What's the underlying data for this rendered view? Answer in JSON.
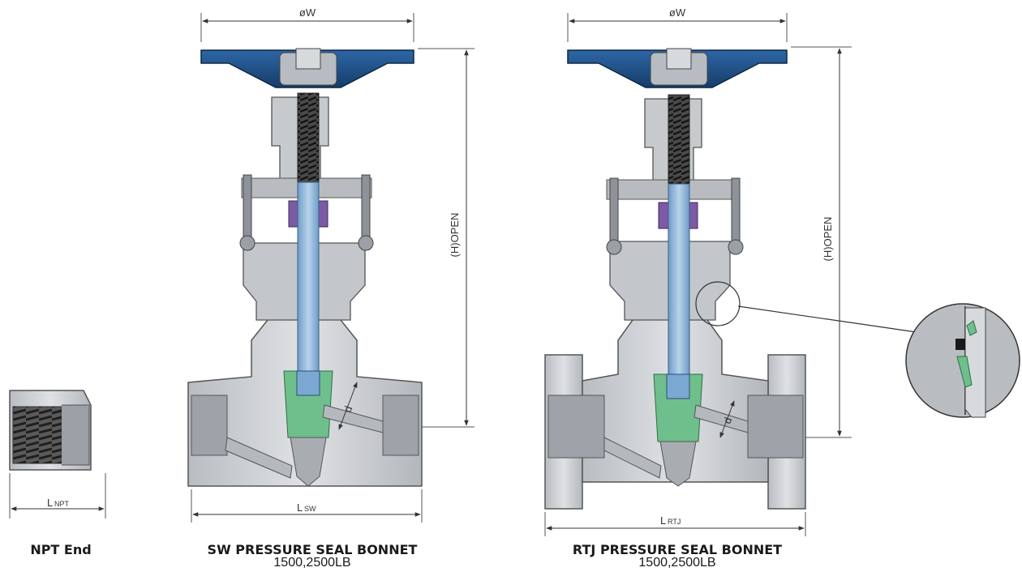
{
  "dimensions": {
    "handwheel_diameter": "øW",
    "height_open": "(H)OPEN",
    "length_npt_main": "L",
    "length_npt_sub": "NPT",
    "length_sw_main": "L",
    "length_sw_sub": "SW",
    "length_rtj_main": "L",
    "length_rtj_sub": "RTJ",
    "bore": "d"
  },
  "captions": {
    "npt": {
      "title": "NPT End"
    },
    "sw": {
      "title": "SW PRESSURE SEAL BONNET",
      "subtitle": "1500,2500LB"
    },
    "rtj": {
      "title": "RTJ PRESSURE SEAL BONNET",
      "subtitle": "1500,2500LB"
    }
  },
  "colors": {
    "body": "#cfd2d6",
    "body_dark": "#8f959b",
    "handwheel": "#1e4f86",
    "stem": "#8fb6d9",
    "disc": "#6fbf8c",
    "packing": "#7d5aa6",
    "thread": "#3a3a3a"
  }
}
